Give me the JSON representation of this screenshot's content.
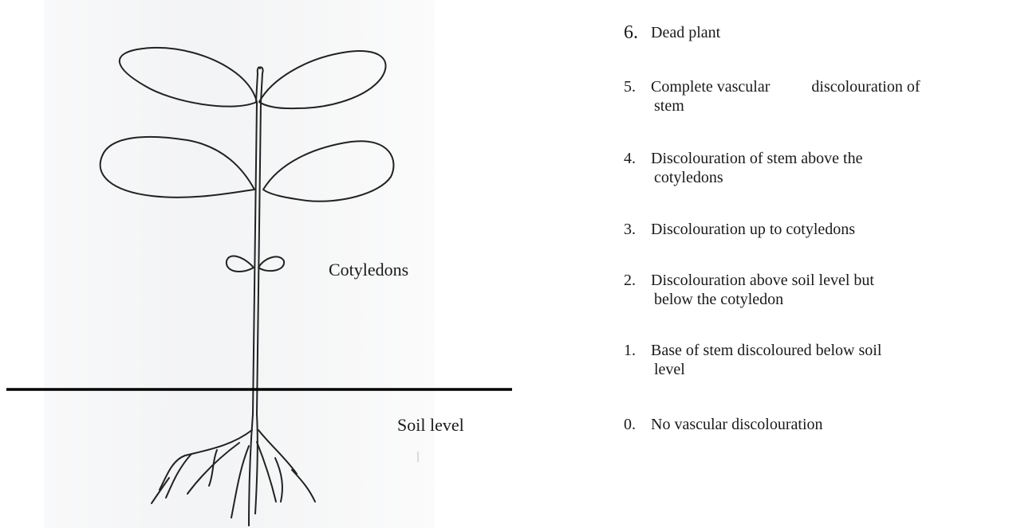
{
  "drawing": {
    "cotyledons_label": "Cotyledons",
    "soil_label": "Soil level"
  },
  "scale": [
    {
      "score": "6.",
      "line1": "Dead plant",
      "line2": ""
    },
    {
      "score": "5.",
      "line1a": "Complete vascular",
      "line1b": "discolouration of",
      "line2": "stem"
    },
    {
      "score": "4.",
      "line1": "Discolouration of stem above the",
      "line2": "cotyledons"
    },
    {
      "score": "3.",
      "line1": "Discolouration up to cotyledons",
      "line2": ""
    },
    {
      "score": "2.",
      "line1": "Discolouration above soil level but",
      "line2": "below the cotyledon"
    },
    {
      "score": "1.",
      "line1": "Base of stem discoloured below soil",
      "line2": "level"
    },
    {
      "score": "0.",
      "line1": "No vascular discolouration",
      "line2": ""
    }
  ]
}
